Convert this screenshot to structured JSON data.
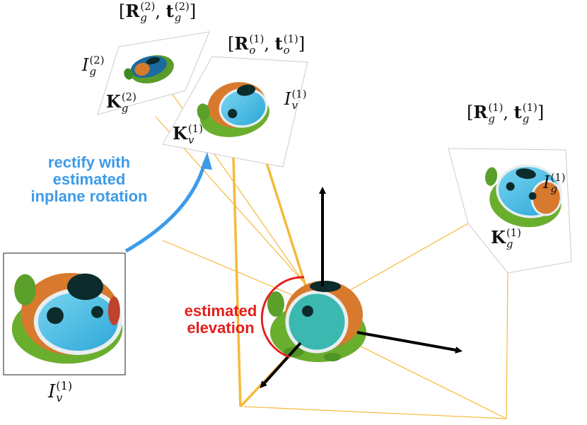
{
  "colors": {
    "rectify_arrow": "#3d9be9",
    "elevation_arc": "#e41e1e",
    "rays": "#f6b93b",
    "axes": "#000000"
  },
  "labels": {
    "pose_g2": {
      "R": "R",
      "R_sub": "g",
      "R_sup": "(2)",
      "t": "t",
      "t_sub": "g",
      "t_sup": "(2)"
    },
    "pose_o1": {
      "R": "R",
      "R_sub": "o",
      "R_sup": "(1)",
      "t": "t",
      "t_sub": "o",
      "t_sup": "(1)"
    },
    "pose_g1": {
      "R": "R",
      "R_sub": "g",
      "R_sup": "(1)",
      "t": "t",
      "t_sub": "g",
      "t_sup": "(1)"
    },
    "I_g2": {
      "base": "I",
      "sup": "(2)",
      "sub": "g"
    },
    "K_g2": {
      "base": "K",
      "sup": "(2)",
      "sub": "g"
    },
    "I_v1_top": {
      "base": "I",
      "sup": "(1)",
      "sub": "v"
    },
    "K_v1": {
      "base": "K",
      "sup": "(1)",
      "sub": "v"
    },
    "I_g1": {
      "base": "I",
      "sup": "(1)",
      "sub": "g"
    },
    "K_g1": {
      "base": "K",
      "sup": "(1)",
      "sub": "g"
    },
    "I_v1_bottom": {
      "base": "I",
      "sup": "(1)",
      "sub": "v"
    }
  },
  "captions": {
    "rectify": [
      "rectify with",
      "estimated",
      "inplane rotation"
    ],
    "elevation": [
      "estimated",
      "elevation"
    ]
  }
}
